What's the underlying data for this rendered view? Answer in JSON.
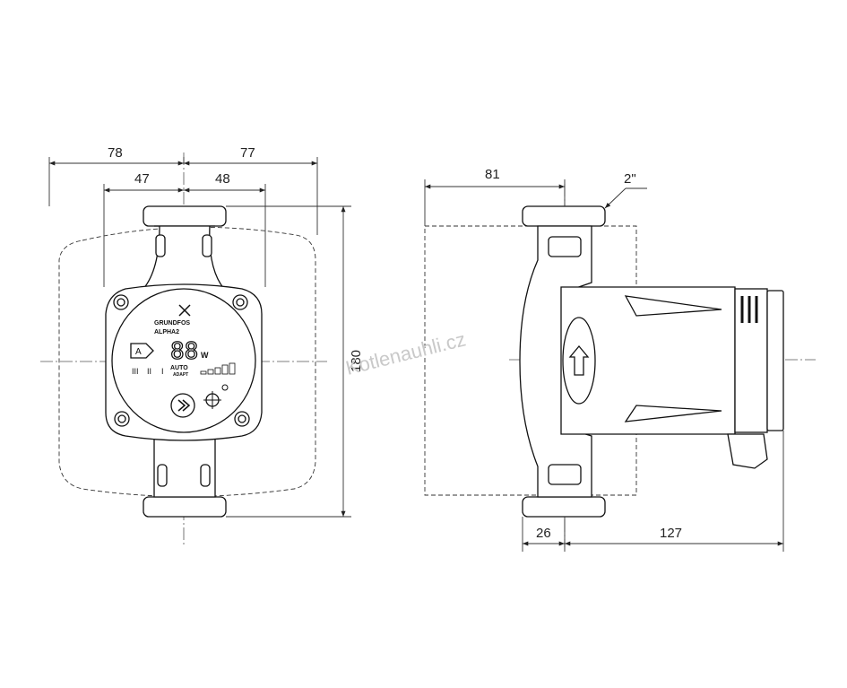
{
  "dimensions": {
    "front_left_overall": "78",
    "front_right_overall": "77",
    "front_left_inner": "47",
    "front_right_inner": "48",
    "front_height": "180",
    "side_top_width": "81",
    "side_thread": "2\"",
    "side_bottom_left": "26",
    "side_bottom_right": "127"
  },
  "pump_panel": {
    "brand": "GRUNDFOS",
    "model": "ALPHA2",
    "display_digits": "88",
    "display_unit": "W",
    "mode_letter": "A",
    "speed_marks": [
      "III",
      "II",
      "I"
    ],
    "auto_label": "AUTO",
    "adapt_label": "ADAPT"
  },
  "watermark": "Kotlenauhli.cz"
}
